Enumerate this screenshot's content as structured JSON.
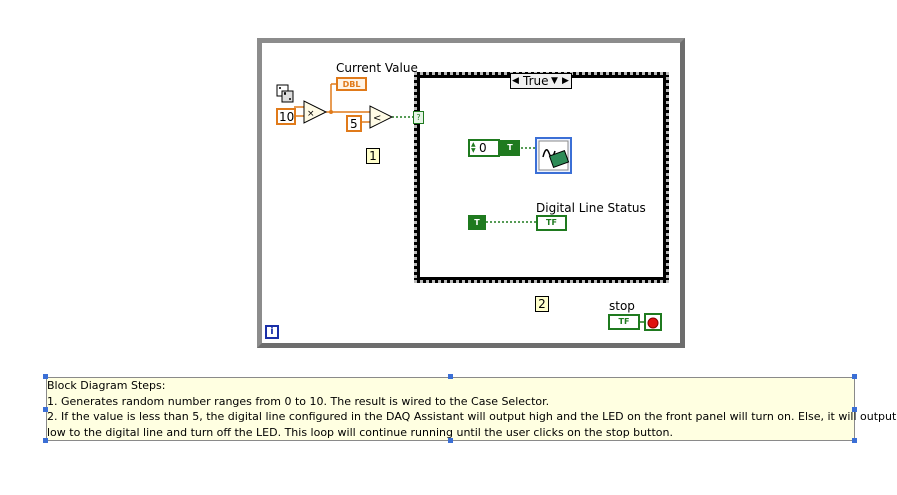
{
  "labels": {
    "current_value": "Current Value",
    "digital_line_status": "Digital Line Status",
    "stop": "stop"
  },
  "constants": {
    "multiplier": "10",
    "threshold": "5",
    "line_value": "0"
  },
  "case_structure": {
    "selector": "True",
    "question_terminal": "?"
  },
  "indicators": {
    "dbl": "DBL",
    "tf": "TF",
    "t": "T"
  },
  "frame_numbers": {
    "seq1": "1",
    "seq2": "2"
  },
  "loop_iteration": "i",
  "comment": {
    "title": "Block Diagram Steps:",
    "line1": "1. Generates random number ranges from 0 to 10. The result is wired to the Case Selector.",
    "line2": "2. If the value is less than 5, the digital line configured in the DAQ Assistant will output high and the LED on the front panel will turn on. Else, it will output",
    "line3": "low to the digital line and turn off the LED. This loop will continue running until the user clicks on the stop button."
  },
  "colors": {
    "orange_wire": "#e07a1a",
    "green_wire": "#1f7a1f",
    "loop_border": "#8c8c8c",
    "comment_bg": "#ffffe1"
  }
}
